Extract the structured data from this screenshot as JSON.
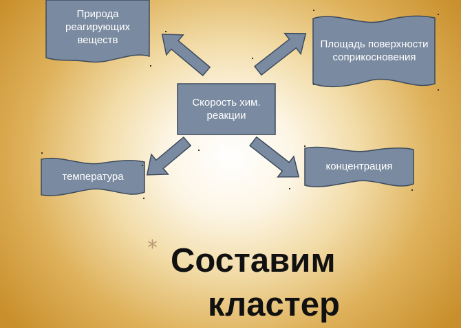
{
  "diagram": {
    "center": "Скорость хим. реакции",
    "nodes": {
      "nature": "Природа реагирующих веществ",
      "surface": "Площадь поверхности соприкосновения",
      "temperature": "температура",
      "concentration": "концентрация"
    }
  },
  "slide": {
    "bullet": "*",
    "heading_line1": "Составим",
    "heading_line2": "кластер"
  },
  "colors": {
    "shape_fill": "#7a8aa0",
    "shape_border": "#3c4a5c",
    "text": "#ffffff"
  }
}
